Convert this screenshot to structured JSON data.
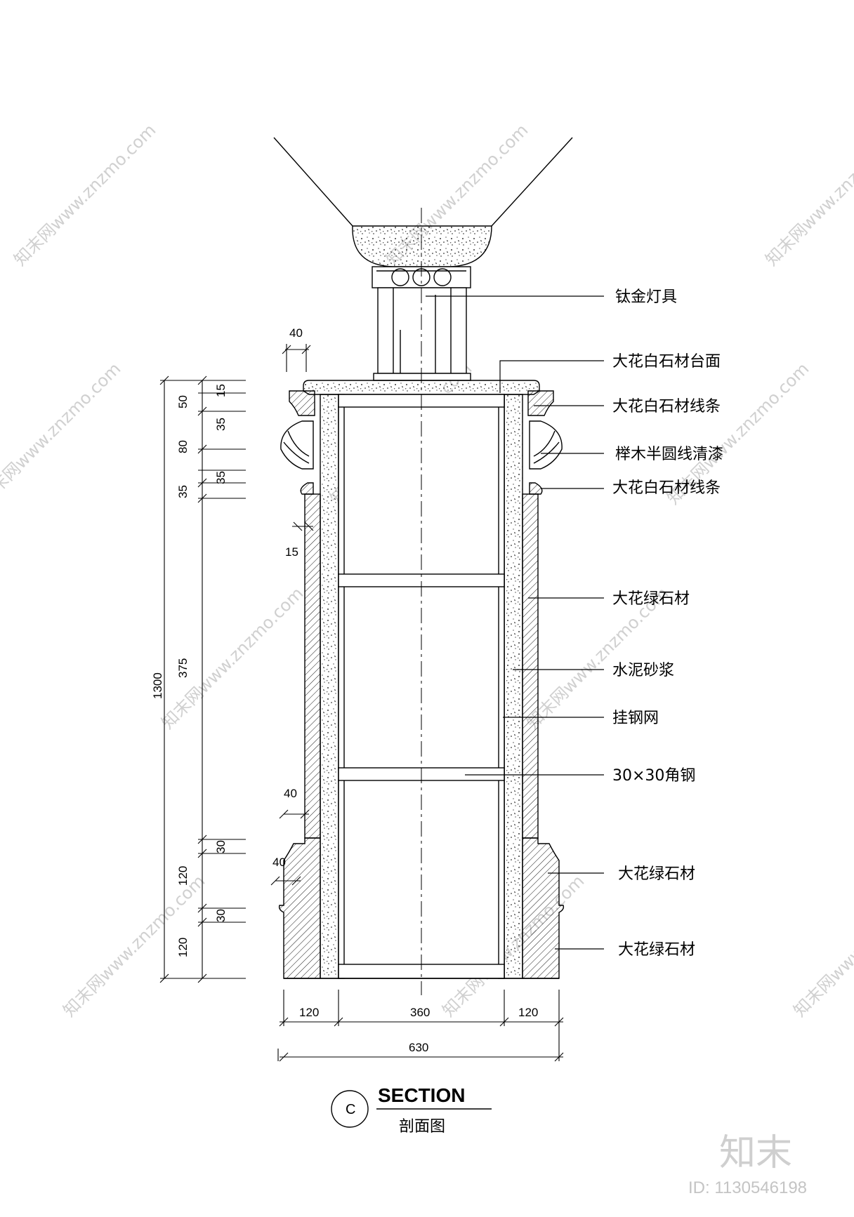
{
  "labels": {
    "lamp": "钛金灯具",
    "top_surface": "大花白石材台面",
    "line_top": "大花白石材线条",
    "half_round": "榉木半圆线清漆",
    "line_bottom": "大花白石材线条",
    "green_stone_main": "大花绿石材",
    "mortar": "水泥砂浆",
    "steel_mesh": "挂钢网",
    "angle_steel": "30×30角钢",
    "green_stone_base1": "大花绿石材",
    "green_stone_base2": "大花绿石材"
  },
  "dimensions": {
    "top_40": "40",
    "v15_a": "15",
    "v50": "50",
    "v35_a": "35",
    "v80": "80",
    "v35_b": "35",
    "v35_c": "35",
    "h15": "15",
    "v1300": "1300",
    "v375": "375",
    "side_40_a": "40",
    "v30_a": "30",
    "v120_a": "120",
    "side_40_b": "40",
    "v30_b": "30",
    "v120_b": "120",
    "b120_left": "120",
    "b360": "360",
    "b120_right": "120",
    "b630": "630"
  },
  "title": {
    "mark": "C",
    "section": "SECTION",
    "subtitle": "剖面图"
  },
  "watermark": {
    "text": "知末网www.znzmo.com",
    "brand": "知末",
    "id": "ID: 1130546198"
  }
}
